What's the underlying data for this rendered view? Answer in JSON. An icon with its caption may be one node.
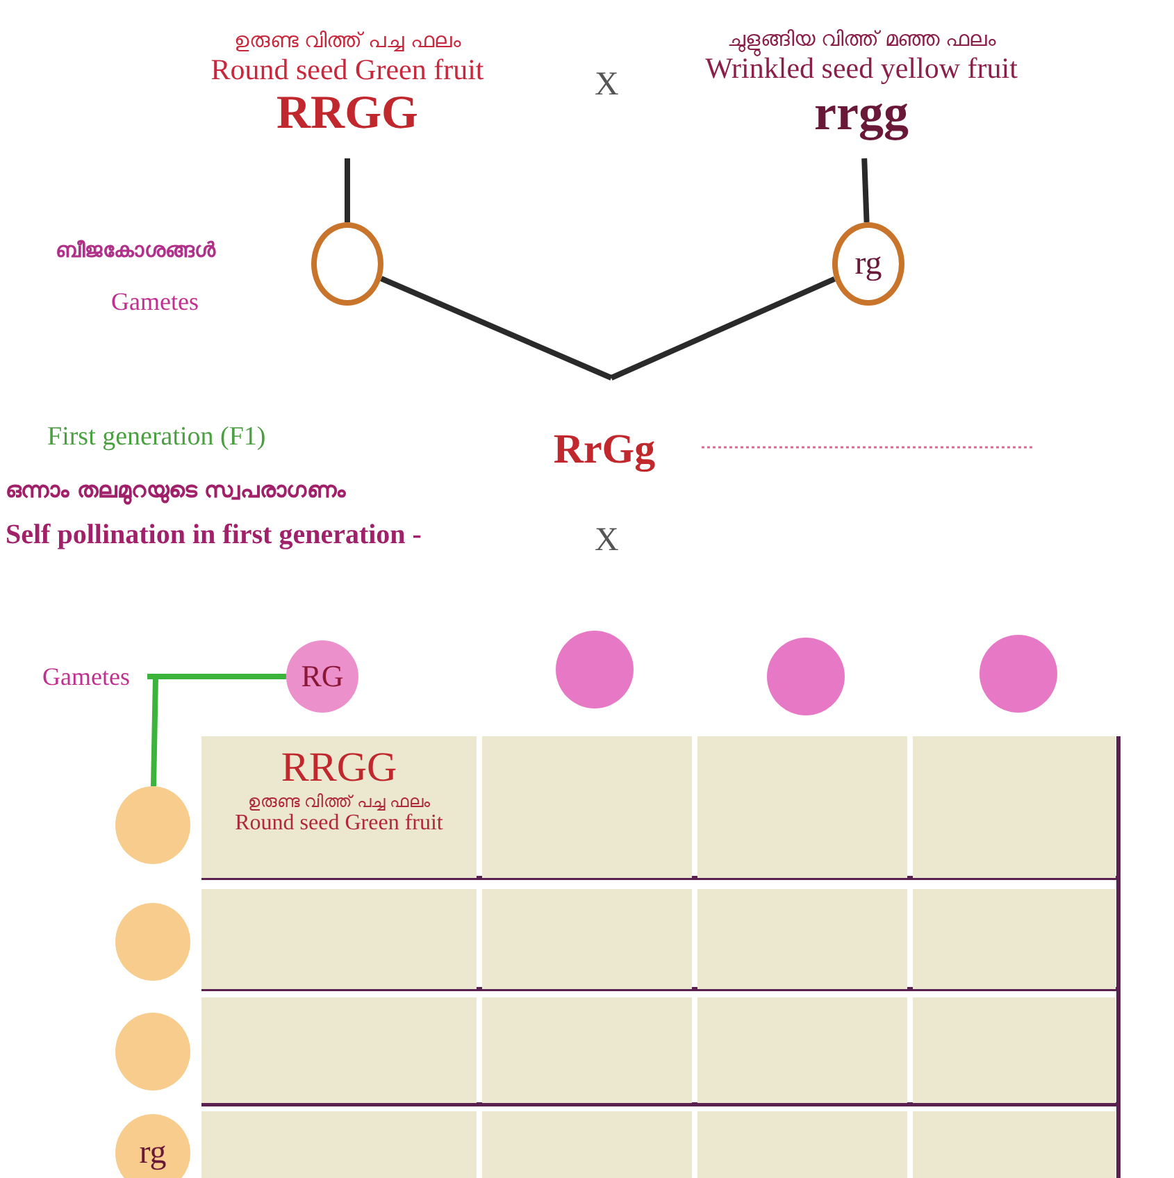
{
  "diagram": {
    "nodes": [
      {
        "text": [
          "ഉരുണ്ട വിത്ത് പച്ച ഫലം",
          "Round seed Green fruit",
          "RRGG"
        ]
      },
      {
        "text": [
          "ചുളുങ്ങിയ വിത്ത് മഞ്ഞ ഫലം",
          "Wrinkled seed yellow fruit",
          "rrgg"
        ]
      },
      {
        "text": [],
        "shape": "circle"
      },
      {
        "text": [
          "rg"
        ]
      },
      {
        "text": [
          "RrGg"
        ]
      },
      {
        "text": [
          "Gametes"
        ]
      },
      {
        "text": [
          "RG"
        ]
      },
      {
        "text": [],
        "shape": "circle"
      },
      {
        "text": [],
        "shape": "circle"
      },
      {
        "text": [],
        "shape": "circle"
      },
      {
        "text": [],
        "shape": "circle"
      },
      {
        "text": [],
        "shape": "circle"
      },
      {
        "text": [],
        "shape": "circle"
      },
      {
        "text": [
          "rg"
        ]
      },
      {
        "text": [
          "RRGG",
          "ഉരുണ്ട വിത്ത് പച്ച ഫലം",
          "Round seed Green fruit"
        ]
      },
      {
        "text": [],
        "shape": "box"
      },
      {
        "text": [],
        "shape": "box"
      },
      {
        "text": [],
        "shape": "box"
      },
      {
        "text": [],
        "shape": "box"
      },
      {
        "text": [],
        "shape": "box"
      },
      {
        "text": [],
        "shape": "box"
      },
      {
        "text": [],
        "shape": "box"
      },
      {
        "text": [],
        "shape": "box"
      },
      {
        "text": [],
        "shape": "box"
      },
      {
        "text": [],
        "shape": "box"
      },
      {
        "text": [],
        "shape": "box"
      },
      {
        "text": [],
        "shape": "box"
      },
      {
        "text": [],
        "shape": "box"
      },
      {
        "text": [],
        "shape": "box"
      },
      {
        "text": [],
        "shape": "box"
      }
    ],
    "edges": [
      {
        "from": 0,
        "to": 2,
        "arrow": "none"
      },
      {
        "from": 1,
        "to": 3,
        "arrow": "none"
      },
      {
        "from": 2,
        "to": null,
        "arrow": "none"
      },
      {
        "from": 3,
        "to": null,
        "arrow": "none"
      },
      {
        "from": 5,
        "to": 6,
        "arrow": "none",
        "color": "#3cb43c"
      },
      {
        "from": 5,
        "to": 10,
        "arrow": "none",
        "color": "#3cb43c"
      }
    ],
    "labels": [
      "X",
      "ബീജകോശങ്ങൾ",
      "Gametes",
      "First generation (F1)",
      "ഒന്നാം തലമുറയുടെ സ്വപരാഗണം",
      "Self pollination in first generation -",
      "X"
    ]
  }
}
